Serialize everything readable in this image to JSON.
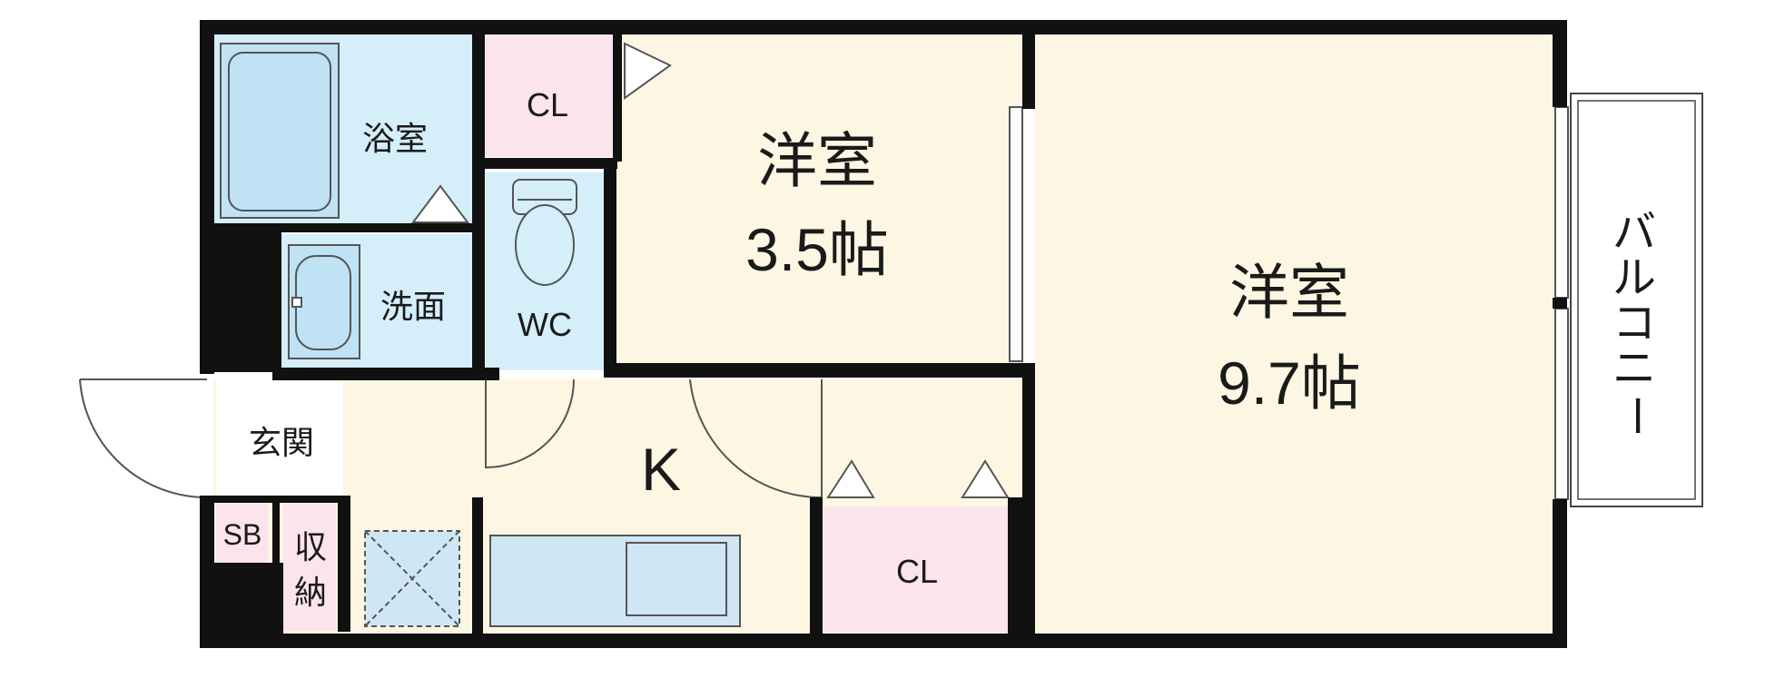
{
  "colors": {
    "wall": "#111111",
    "western_room": "#fdf6e3",
    "kitchen": "#fdf6e3",
    "wet_area": "#d4eefa",
    "closet": "#fbe4ec",
    "balcony": "#ffffff"
  },
  "rooms": {
    "bath": {
      "label": "浴室"
    },
    "washroom": {
      "label": "洗面"
    },
    "closet_top": {
      "label": "CL"
    },
    "toilet": {
      "label": "WC"
    },
    "room_small": {
      "label": "洋室",
      "size": "3.5帖"
    },
    "room_large": {
      "label": "洋室",
      "size": "9.7帖"
    },
    "kitchen": {
      "label": "K"
    },
    "entrance": {
      "label": "玄関"
    },
    "shoe_box": {
      "label": "SB"
    },
    "storage": {
      "label_line1": "収",
      "label_line2": "納"
    },
    "closet_bottom": {
      "label": "CL"
    },
    "balcony": {
      "chars": [
        "バ",
        "ル",
        "コ",
        "ニ",
        "ー"
      ]
    }
  },
  "icons": [
    "bathtub-icon",
    "toilet-icon",
    "sink-icon",
    "kitchen-counter-icon",
    "washer-pan-icon",
    "door-swing-icon"
  ]
}
